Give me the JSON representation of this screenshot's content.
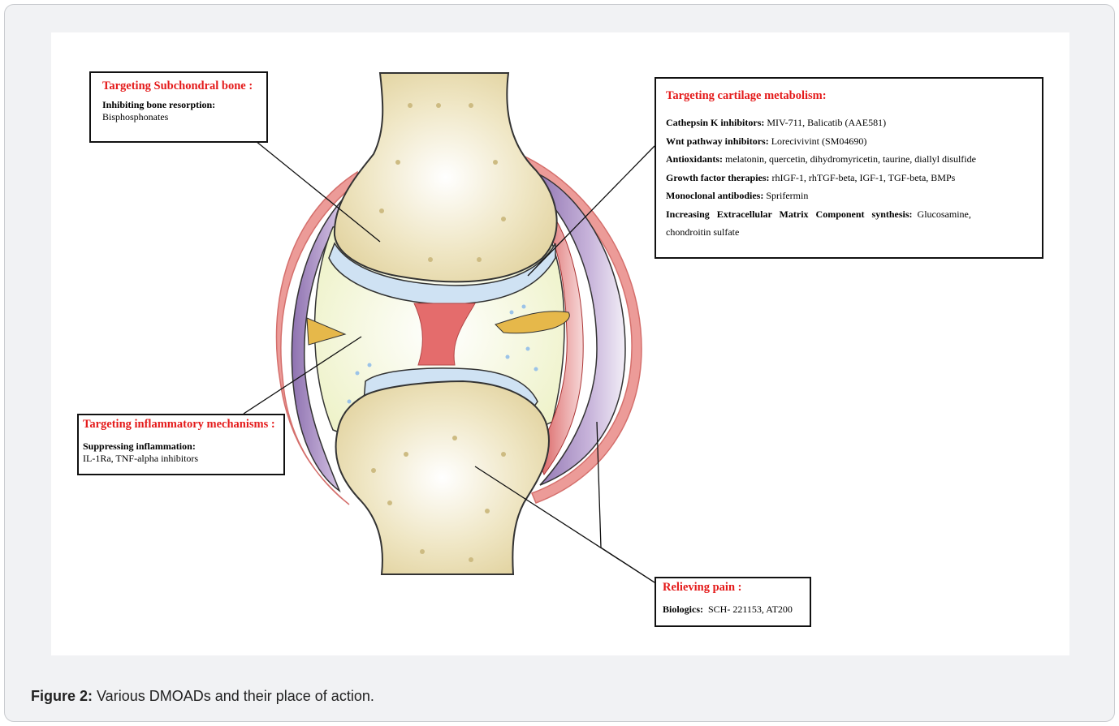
{
  "caption": {
    "label": "Figure 2:",
    "text": " Various DMOADs and their place of action."
  },
  "boxes": {
    "subchondral": {
      "title": "Targeting Subchondral bone :",
      "line1_bold": "Inhibiting bone resorption:",
      "line2": "Bisphosphonates"
    },
    "cartilage": {
      "title": "Targeting cartilage metabolism:",
      "items": [
        {
          "bold": "Cathepsin K inhibitors:",
          "text": " MIV-711,  Balicatib (AAE581)"
        },
        {
          "bold": "Wnt pathway inhibitors:",
          "text": " Lorecivivint (SM04690)"
        },
        {
          "bold": "Antioxidants:",
          "text": " melatonin, quercetin, dihydromyricetin, taurine, diallyl disulfide"
        },
        {
          "bold": "Growth  factor therapies:",
          "text": " rhIGF-1, rhTGF-beta, IGF-1, TGF-beta, BMPs"
        },
        {
          "bold": "Monoclonal antibodies:",
          "text": " Sprifermin"
        },
        {
          "bold": "Increasing   Extracellular   Matrix   Component   synthesis:",
          "text": "  Glucosamine,"
        },
        {
          "bold": "",
          "text": "chondroitin sulfate"
        }
      ]
    },
    "inflammatory": {
      "title": "Targeting inflammatory mechanisms :",
      "line1_bold": "Suppressing inflammation:",
      "line2": "IL-1Ra, TNF-alpha inhibitors"
    },
    "pain": {
      "title": "Relieving pain :",
      "line1_bold": "Biologics:",
      "line1_text": "  SCH- 221153, AT200"
    }
  },
  "colors": {
    "title_red": "#e41a1a",
    "bone": "#efe3b8",
    "cartilage": "#cfe2f3",
    "synovium": "#e88a86",
    "capsule": "#a98fc4"
  }
}
